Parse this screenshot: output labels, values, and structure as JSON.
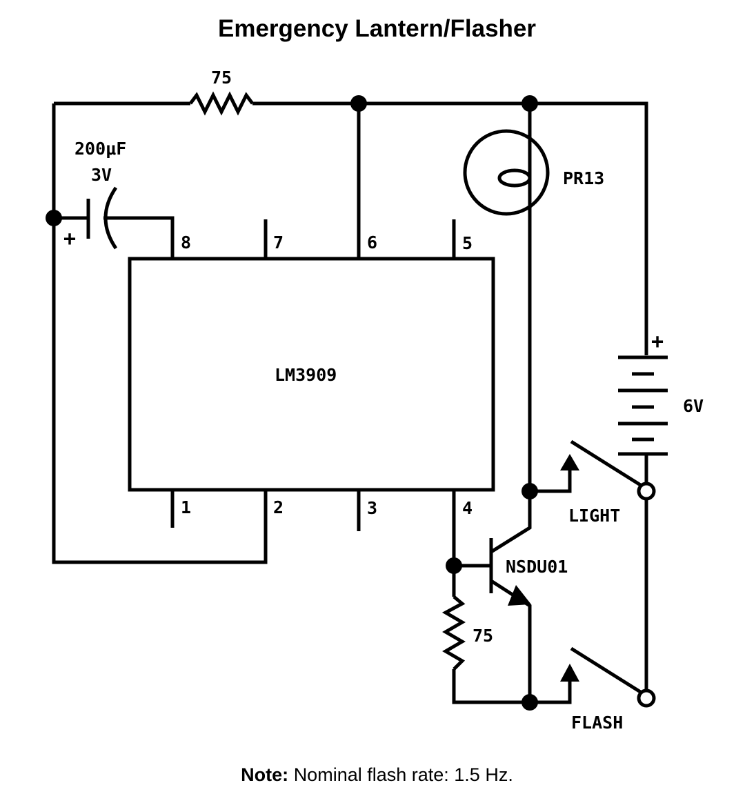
{
  "title": "Emergency Lantern/Flasher",
  "note": {
    "label": "Note:",
    "text": "Nominal flash rate: 1.5 Hz."
  },
  "ic": {
    "name": "LM3909",
    "pins": [
      "1",
      "2",
      "3",
      "4",
      "5",
      "6",
      "7",
      "8"
    ]
  },
  "components": {
    "r_top": "75",
    "r_bottom": "75",
    "capacitor_value": "200μF",
    "capacitor_voltage": "3V",
    "capacitor_polarity": "+",
    "lamp": "PR13",
    "transistor": "NSDU01",
    "battery": "6V",
    "battery_polarity": "+"
  },
  "switches": {
    "light": "LIGHT",
    "flash": "FLASH"
  }
}
